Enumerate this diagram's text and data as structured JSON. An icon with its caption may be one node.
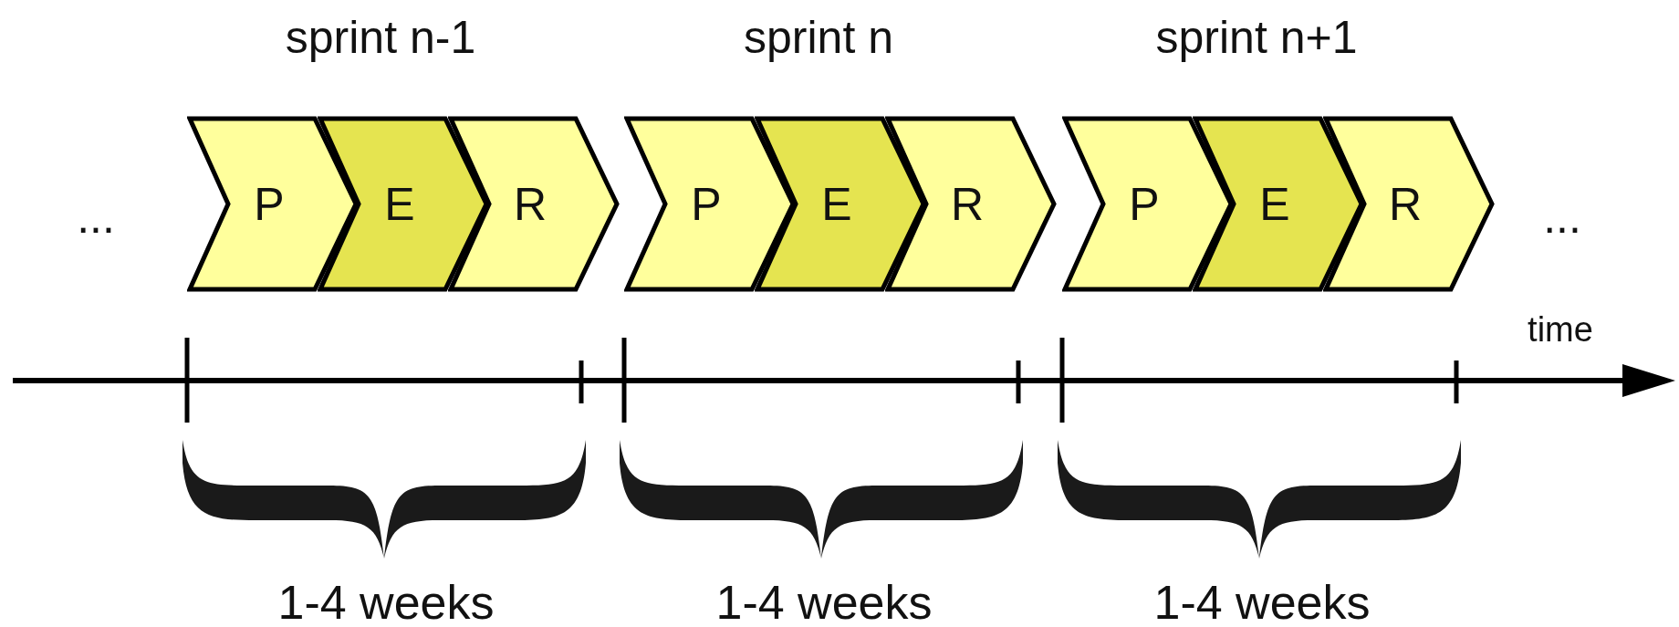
{
  "diagram": {
    "nodes": [
      {
        "text": [
          "P"
        ]
      },
      {
        "text": [
          "E"
        ]
      },
      {
        "text": [
          "R"
        ]
      },
      {
        "text": [
          "P"
        ]
      },
      {
        "text": [
          "E"
        ]
      },
      {
        "text": [
          "R"
        ]
      },
      {
        "text": [
          "P"
        ]
      },
      {
        "text": [
          "E"
        ]
      },
      {
        "text": [
          "R"
        ]
      }
    ],
    "labels": [
      "sprint n-1",
      "sprint n",
      "sprint n+1",
      "...",
      "...",
      "time",
      "1-4 weeks",
      "1-4 weeks",
      "1-4 weeks"
    ]
  }
}
